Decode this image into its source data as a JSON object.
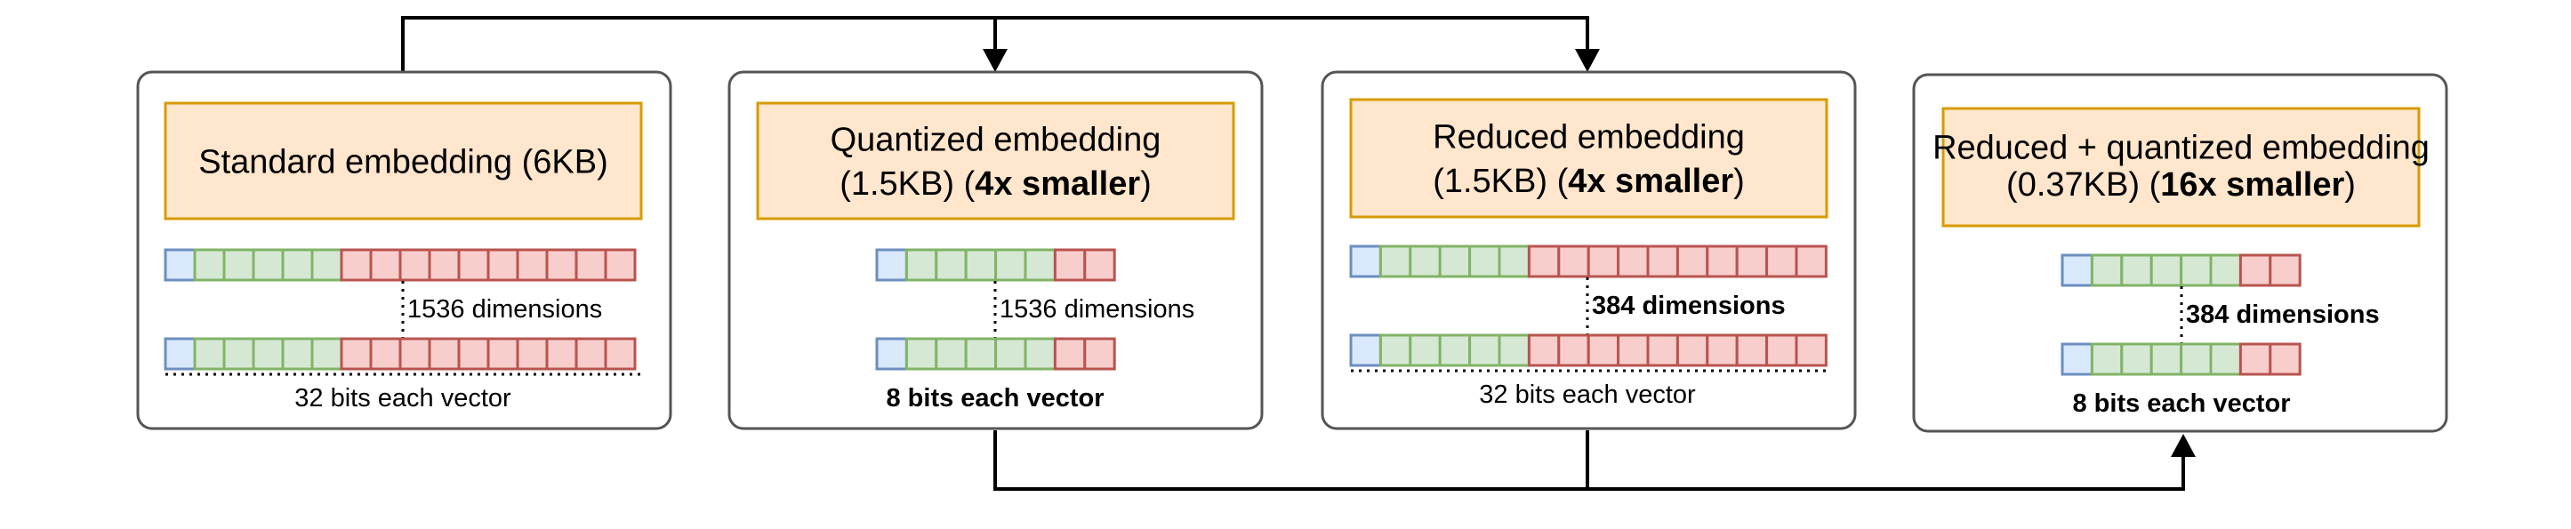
{
  "colors": {
    "panel_border": "#555555",
    "title_fill": "#ffe6cc",
    "title_border": "#d79b00",
    "cell_blue_fill": "#dae8fc",
    "cell_blue_border": "#6c8ebf",
    "cell_green_fill": "#d5e8d4",
    "cell_green_border": "#82b366",
    "cell_red_fill": "#f8cecc",
    "cell_red_border": "#b85450",
    "connector": "#000000"
  },
  "panels": [
    {
      "title_lines": [
        [
          {
            "text": "Standard embedding (6KB)",
            "bold": false
          }
        ]
      ],
      "vectors": {
        "blue": 1,
        "green": 5,
        "red": 10
      },
      "dimensions_label": "1536 dimensions",
      "dimensions_bold": false,
      "bits_label": "32 bits each vector",
      "bits_bold": false
    },
    {
      "title_lines": [
        [
          {
            "text": "Quantized embedding",
            "bold": false
          }
        ],
        [
          {
            "text": "(1.5KB) (",
            "bold": false
          },
          {
            "text": "4x smaller",
            "bold": true
          },
          {
            "text": ")",
            "bold": false
          }
        ]
      ],
      "vectors": {
        "blue": 1,
        "green": 5,
        "red": 2
      },
      "dimensions_label": "1536 dimensions",
      "dimensions_bold": false,
      "bits_label": "8 bits each vector",
      "bits_bold": true
    },
    {
      "title_lines": [
        [
          {
            "text": "Reduced embedding",
            "bold": false
          }
        ],
        [
          {
            "text": "(1.5KB) (",
            "bold": false
          },
          {
            "text": "4x smaller",
            "bold": true
          },
          {
            "text": ")",
            "bold": false
          }
        ]
      ],
      "vectors": {
        "blue": 1,
        "green": 5,
        "red": 10
      },
      "dimensions_label": "384 dimensions",
      "dimensions_bold": true,
      "bits_label": "32 bits each vector",
      "bits_bold": false
    },
    {
      "title_lines": [
        [
          {
            "text": "Reduced + quantized embedding",
            "bold": false
          }
        ],
        [
          {
            "text": "(0.37KB) (",
            "bold": false
          },
          {
            "text": "16x smaller",
            "bold": true
          },
          {
            "text": ")",
            "bold": false
          }
        ]
      ],
      "vectors": {
        "blue": 1,
        "green": 5,
        "red": 2
      },
      "dimensions_label": "384 dimensions",
      "dimensions_bold": true,
      "bits_label": "8 bits each vector",
      "bits_bold": true
    }
  ]
}
